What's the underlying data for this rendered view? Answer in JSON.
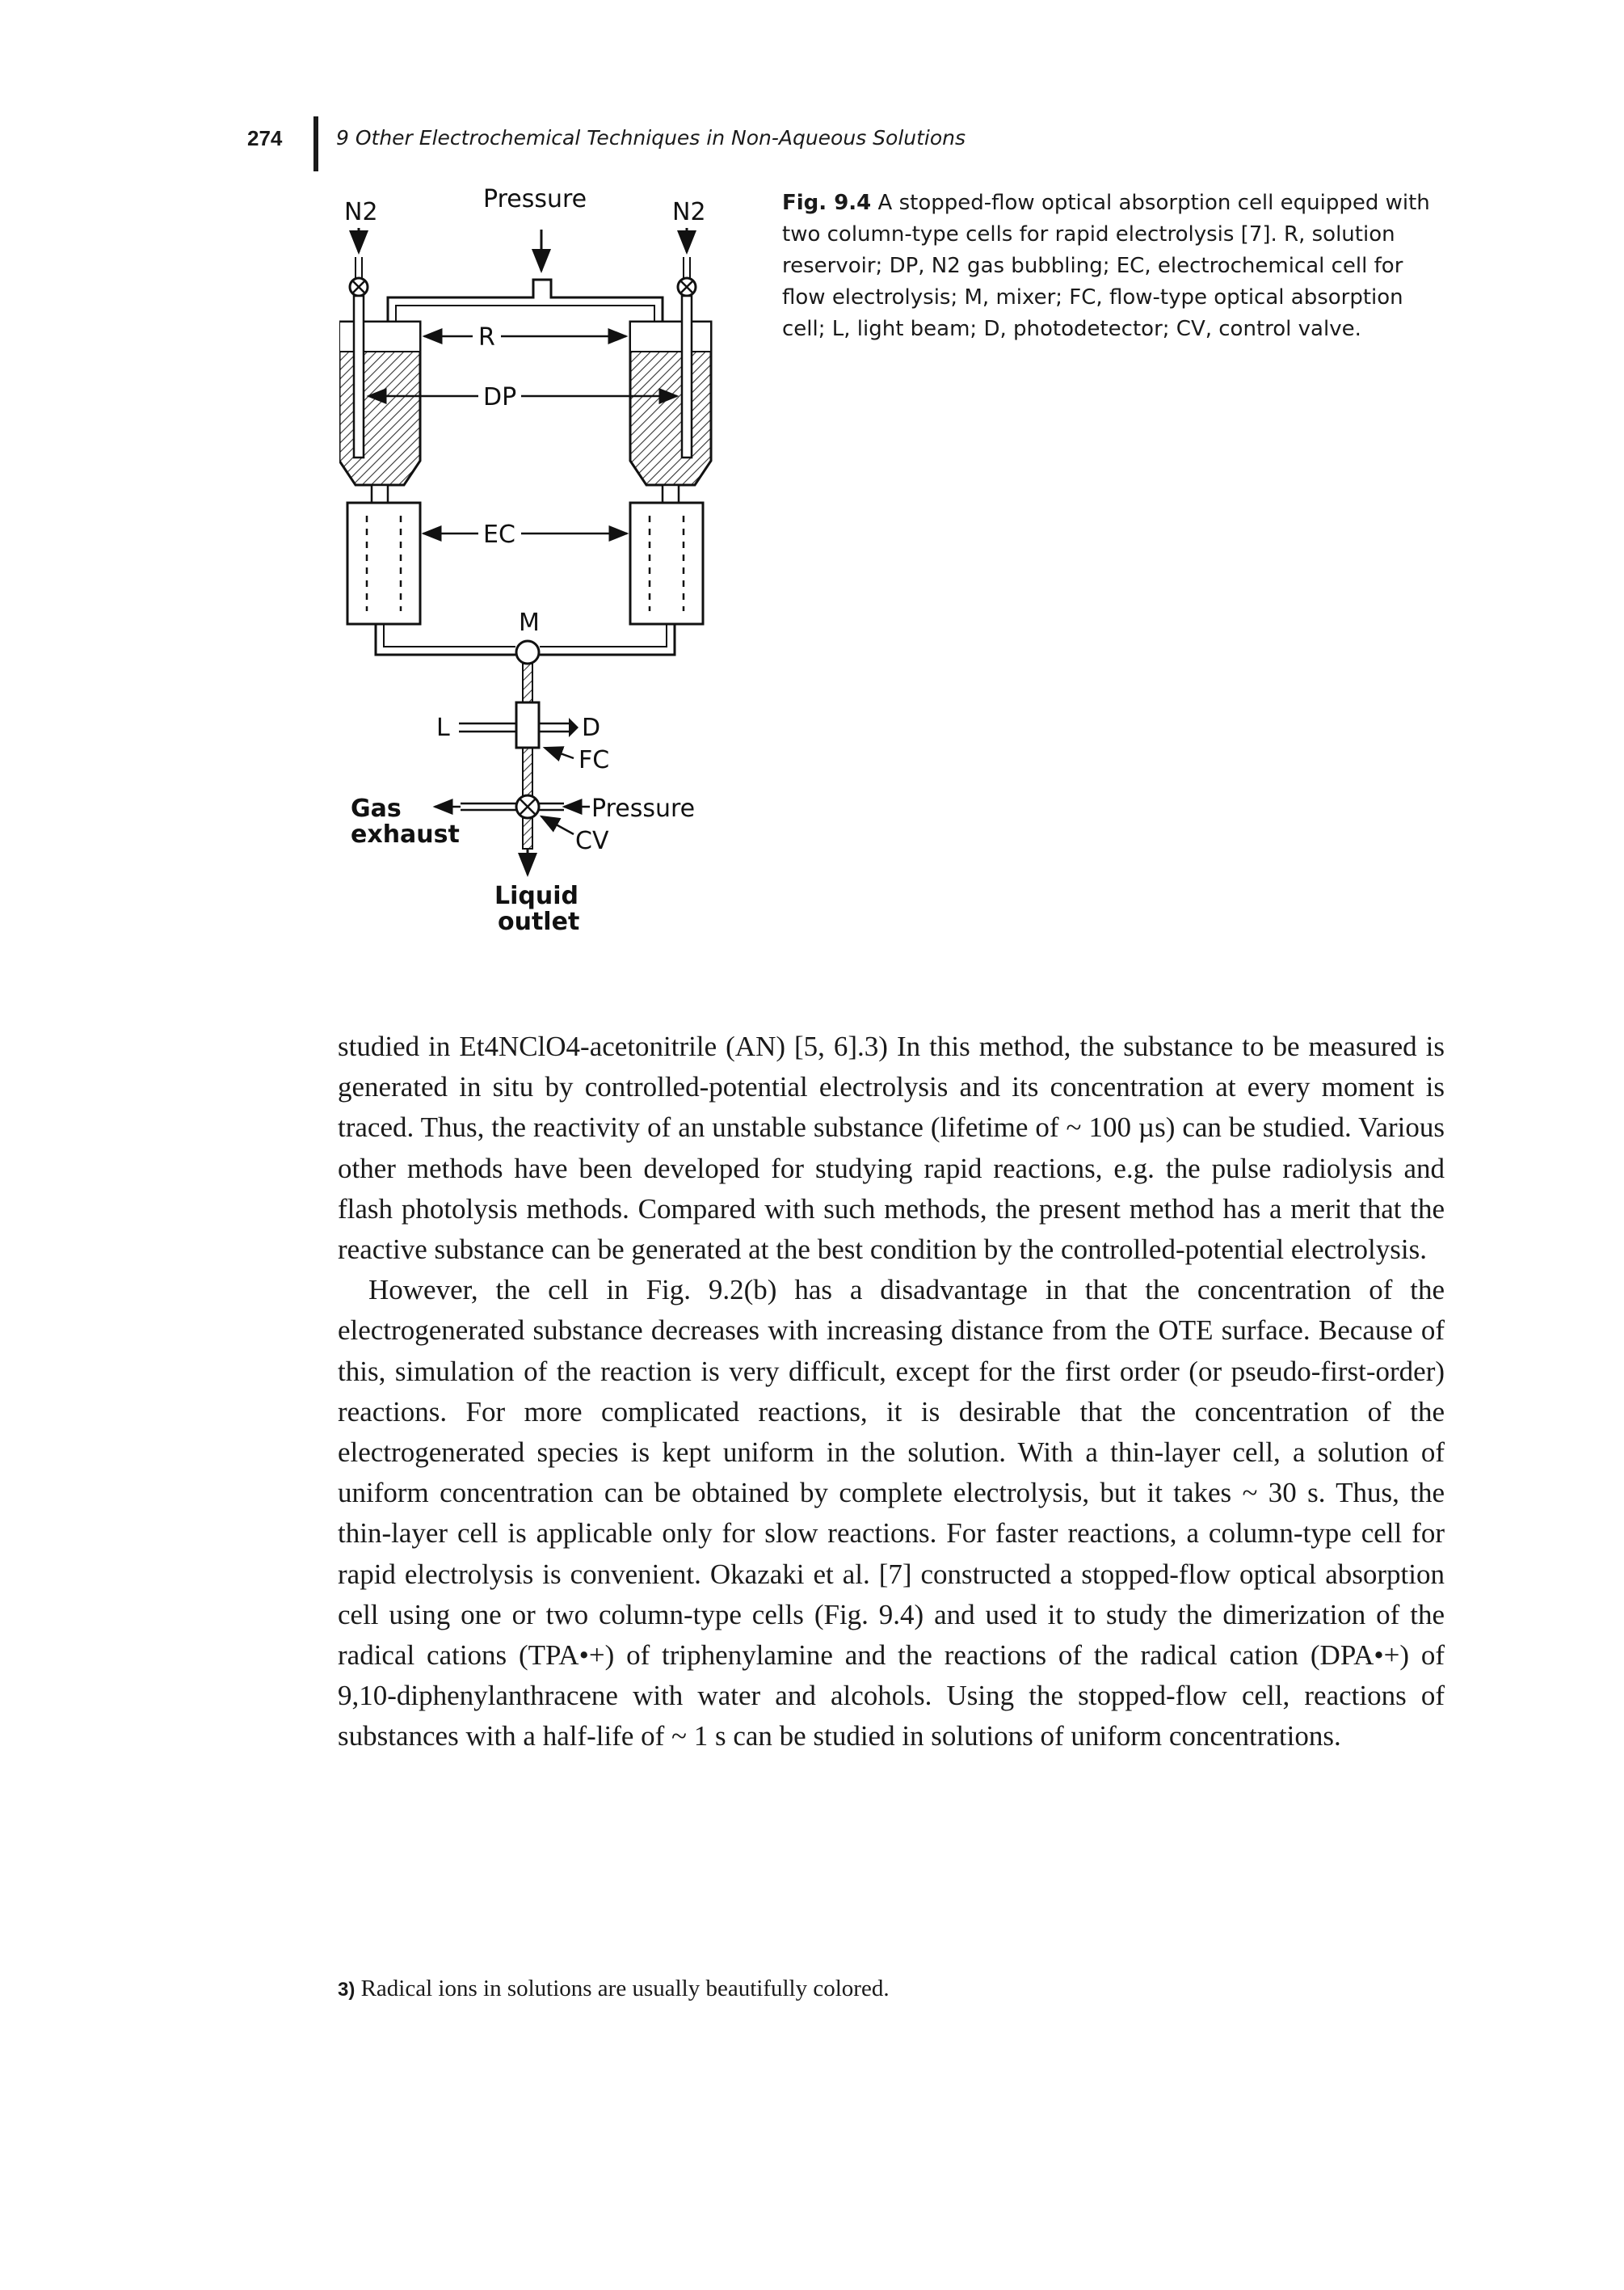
{
  "header": {
    "page_number": "274",
    "running_title": "9 Other Electrochemical Techniques in Non-Aqueous Solutions"
  },
  "figure": {
    "labels": {
      "n2_left": "N2",
      "n2_right": "N2",
      "pressure_top": "Pressure",
      "r": "R",
      "dp": "DP",
      "ec": "EC",
      "m": "M",
      "l": "L",
      "d": "D",
      "fc": "FC",
      "gas": "Gas",
      "exhaust": "exhaust",
      "pressure_side": "Pressure",
      "cv": "CV",
      "liquid": "Liquid",
      "outlet": "outlet"
    },
    "caption": {
      "label": "Fig. 9.4",
      "text": "A stopped-flow optical absorption cell equipped with two column-type cells for rapid electrolysis [7]. R, solution reservoir; DP, N2 gas bubbling; EC, electrochemical cell for flow electrolysis; M, mixer; FC, flow-type optical absorption cell; L, light beam; D, photodetector; CV, control valve."
    }
  },
  "body": {
    "paragraph_1": "studied in Et4NClO4-acetonitrile (AN) [5, 6].3) In this method, the substance to be measured is generated in situ by controlled-potential electrolysis and its concentration at every moment is traced. Thus, the reactivity of an unstable substance (lifetime of ~ 100 µs) can be studied. Various other methods have been developed for studying rapid reactions, e.g. the pulse radiolysis and flash photolysis methods. Compared with such methods, the present method has a merit that the reactive substance can be generated at the best condition by the controlled-potential electrolysis.",
    "paragraph_2": "However, the cell in Fig. 9.2(b) has a disadvantage in that the concentration of the electrogenerated substance decreases with increasing distance from the OTE surface. Because of this, simulation of the reaction is very difficult, except for the first order (or pseudo-first-order) reactions. For more complicated reactions, it is desirable that the concentration of the electrogenerated species is kept uniform in the solution. With a thin-layer cell, a solution of uniform concentration can be obtained by complete electrolysis, but it takes ~ 30 s. Thus, the thin-layer cell is applicable only for slow reactions. For faster reactions, a column-type cell for rapid electrolysis is convenient. Okazaki et al. [7] constructed a stopped-flow optical absorption cell using one or two column-type cells (Fig. 9.4) and used it to study the dimerization of the radical cations (TPA•+) of triphenylamine and the reactions of the radical cation (DPA•+) of 9,10-diphenylanthracene with water and alcohols. Using the stopped-flow cell, reactions of substances with a half-life of ~ 1 s can be studied in solutions of uniform concentrations."
  },
  "footnote": {
    "mark": "3)",
    "text": "Radical ions in solutions are usually beautifully colored."
  }
}
